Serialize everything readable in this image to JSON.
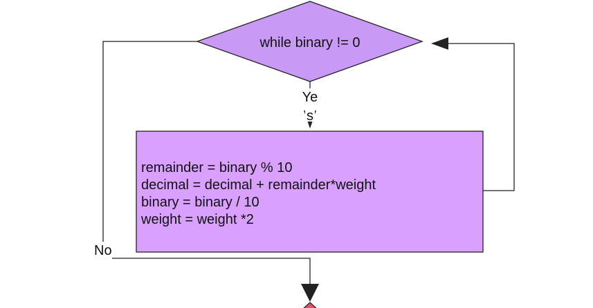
{
  "decision": {
    "text": "while binary != 0"
  },
  "yes_label": {
    "line1": "Ye",
    "line2": "s"
  },
  "process": {
    "lines": [
      "remainder = binary % 10",
      "decimal = decimal + remainder*weight",
      "binary = binary / 10",
      "weight = weight *2"
    ]
  },
  "no_label": "No",
  "colors": {
    "decision_fill": "#c99af5",
    "process_fill": "#d9a0ff",
    "end_fill": "#e8506a",
    "stroke": "#222222"
  }
}
